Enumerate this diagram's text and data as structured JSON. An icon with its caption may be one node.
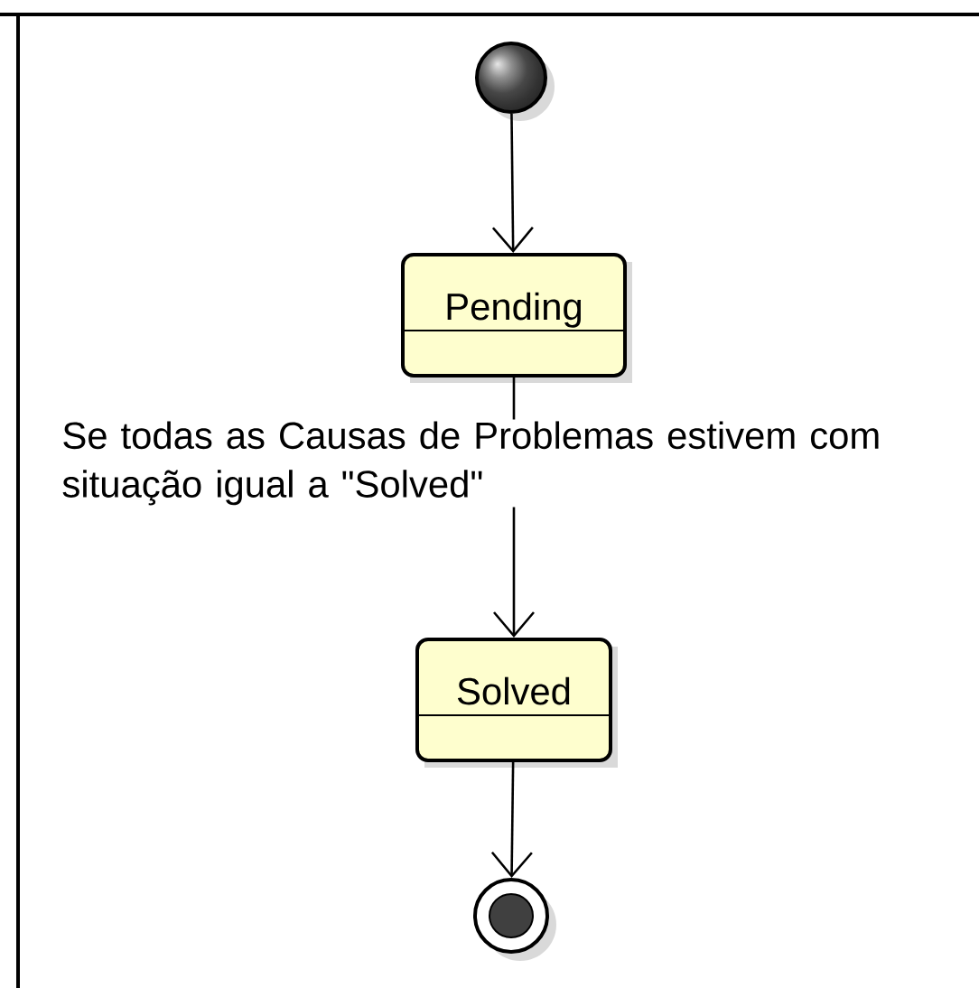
{
  "diagram": {
    "nodes": [
      {
        "text": [],
        "shape": "circle"
      },
      {
        "text": [
          "Pending"
        ]
      },
      {
        "text": [
          "Solved"
        ]
      },
      {
        "text": [],
        "shape": "circle"
      }
    ],
    "edges": [
      {
        "from": 0,
        "to": 1,
        "arrow": "to"
      },
      {
        "from": 1,
        "to": 2,
        "arrow": "to",
        "label": "Se todas as Causas de Problemas estivem com situação igual a \"Solved\""
      },
      {
        "from": 2,
        "to": 3,
        "arrow": "to"
      }
    ]
  }
}
